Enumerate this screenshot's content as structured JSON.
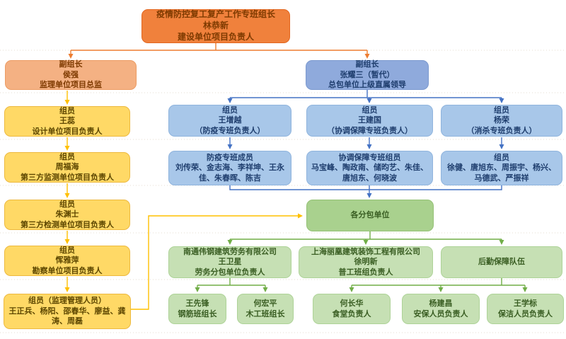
{
  "palette": {
    "leader_fill": "#F0813C",
    "deputy_left_fill": "#F4B183",
    "deputy_right_fill": "#8FAADC",
    "member_blue_fill": "#A8C7E9",
    "yellow_fill": "#FFD966",
    "hub_green_fill": "#A9D18E",
    "green_fill": "#C6E0B4",
    "connector_orange": "#ED7D31",
    "connector_gold": "#FFC000",
    "connector_blue": "#4472C4",
    "connector_green": "#70AD47"
  },
  "org": {
    "leader": {
      "role": "疫情防控复工复产工作专班组长",
      "name": "林恭新",
      "title": "建设单位项目负责人"
    },
    "deputy_left": {
      "role": "副组长",
      "name": "侯强",
      "title": "监理单位项目总监"
    },
    "deputy_right": {
      "role": "副组长",
      "name": "张耀三（暂代）",
      "title": "总包单位上级直属领导"
    },
    "yellow_members": [
      {
        "role": "组员",
        "name": "王蕊",
        "title": "设计单位项目负责人"
      },
      {
        "role": "组员",
        "name": "周福海",
        "title": "第三方监测单位项目负责人"
      },
      {
        "role": "组员",
        "name": "朱渊士",
        "title": "第三方检测单位项目负责人"
      },
      {
        "role": "组员",
        "name": "恽雅萍",
        "title": "勘察单位项目负责人"
      },
      {
        "role": "组员（监理管理人员）",
        "name": "王正兵、杨阳、邵春华、廖益、龚涛、周磊"
      }
    ],
    "team_leads": [
      {
        "role": "组员",
        "name": "王增越",
        "title": "（防疫专班负责人）"
      },
      {
        "role": "组员",
        "name": "王建国",
        "title": "（协调保障专班负责人）"
      },
      {
        "role": "组员",
        "name": "杨荣",
        "title": "（消杀专班负责人）"
      }
    ],
    "teams": [
      {
        "role": "防疫专班成员",
        "members": "刘传荣、金志海、李祥坤、王永佳、朱春晖、陈吉"
      },
      {
        "role": "协调保障专班组员",
        "members": "马宝峰、陶政南、储昀艺、朱佳、唐旭东、何晓波"
      },
      {
        "role": "组员",
        "members": "徐健、唐旭东、周振宇、杨兴、马德武、严振祥"
      }
    ],
    "hub": {
      "label": "各分包单位"
    },
    "units": [
      {
        "role": "南通伟钢建筑劳务有限公司",
        "name": "王卫星",
        "title": "劳务分包单位负责人"
      },
      {
        "role": "上海丽凰建筑装饰工程有限公司",
        "name": "徐明新",
        "title": "普工班组负责人"
      },
      {
        "role": "后勤保障队伍"
      }
    ],
    "crews": [
      {
        "name": "王先锋",
        "title": "钢筋班组长"
      },
      {
        "name": "何宏平",
        "title": "木工班组长"
      },
      {
        "name": "何长华",
        "title": "食堂负责人"
      },
      {
        "name": "杨建昌",
        "title": "安保人员负责人"
      },
      {
        "name": "王学标",
        "title": "保洁人员负责人"
      }
    ]
  }
}
